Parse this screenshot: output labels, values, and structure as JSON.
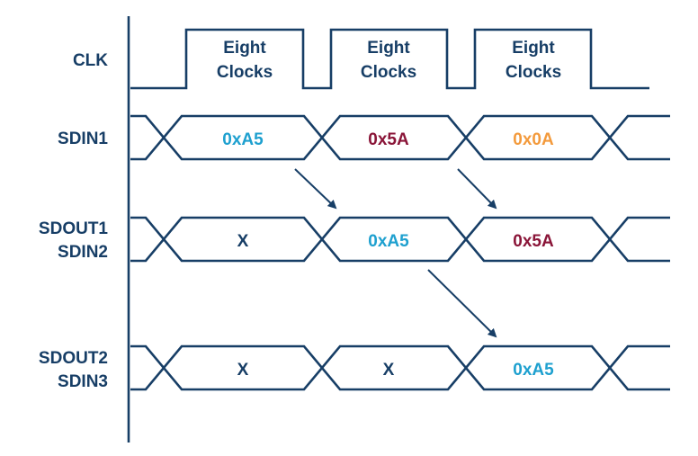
{
  "colors": {
    "line": "#173e66",
    "cyan": "#1ea0cf",
    "maroon": "#8a1538",
    "orange": "#f39a3c",
    "dark": "#173e66"
  },
  "signals": {
    "clk": "CLK",
    "sdin1": "SDIN1",
    "sdout1": "SDOUT1",
    "sdin2": "SDIN2",
    "sdout2": "SDOUT2",
    "sdin3": "SDIN3"
  },
  "clock_pulses": [
    {
      "line1": "Eight",
      "line2": "Clocks"
    },
    {
      "line1": "Eight",
      "line2": "Clocks"
    },
    {
      "line1": "Eight",
      "line2": "Clocks"
    }
  ],
  "rows": [
    {
      "name": "sdin1",
      "cells": [
        {
          "text": "0xA5",
          "color": "cyan"
        },
        {
          "text": "0x5A",
          "color": "maroon"
        },
        {
          "text": "0x0A",
          "color": "orange"
        }
      ]
    },
    {
      "name": "sdout1-sdin2",
      "cells": [
        {
          "text": "X",
          "color": "dark"
        },
        {
          "text": "0xA5",
          "color": "cyan"
        },
        {
          "text": "0x5A",
          "color": "maroon"
        }
      ]
    },
    {
      "name": "sdout2-sdin3",
      "cells": [
        {
          "text": "X",
          "color": "dark"
        },
        {
          "text": "X",
          "color": "dark"
        },
        {
          "text": "0xA5",
          "color": "cyan"
        }
      ]
    }
  ]
}
